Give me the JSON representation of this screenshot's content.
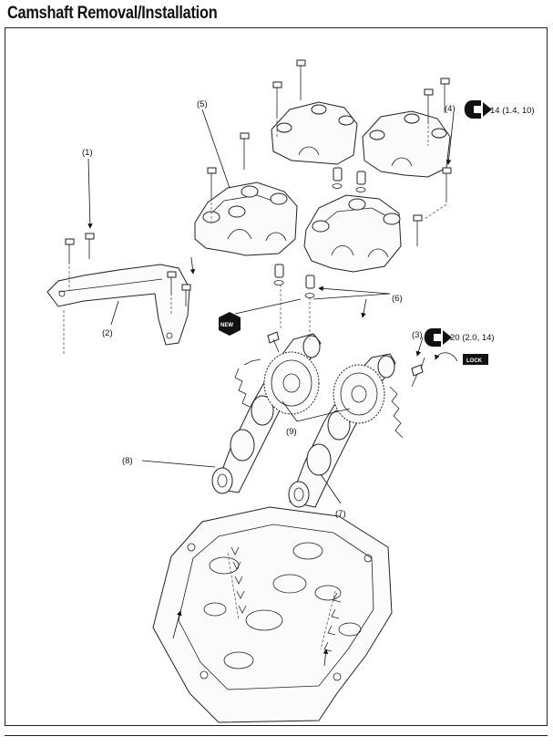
{
  "page": {
    "title": "Camshaft Removal/Installation"
  },
  "callouts": {
    "c1": "(1)",
    "c2": "(2)",
    "c3": "(3)",
    "c4": "(4)",
    "c5": "(5)",
    "c6": "(6)",
    "c7": "(7)",
    "c8": "(8)",
    "c9": "(9)"
  },
  "torque_specs": {
    "spec_14": "14 (1.4, 10)",
    "spec_20": "20 (2.0, 14)"
  },
  "badges": {
    "new": "NEW",
    "lock": "LOCK"
  },
  "icons": [
    "torque-wrench-icon",
    "new-part-icon",
    "thread-lock-icon",
    "arrow-icon"
  ]
}
